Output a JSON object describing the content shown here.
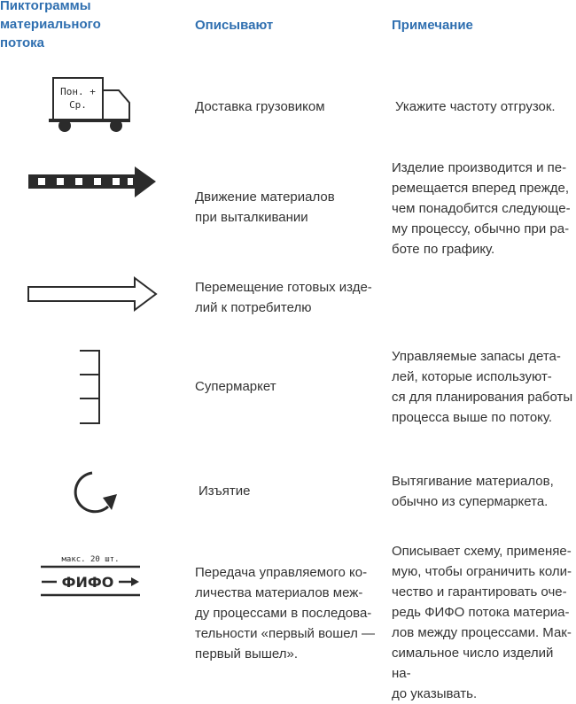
{
  "header": {
    "col1": [
      "Пиктограммы",
      "материального",
      "потока"
    ],
    "col2": "Описывают",
    "col3": "Примечание"
  },
  "colors": {
    "header": "#2f6fb0",
    "text": "#333333",
    "ink": "#2b2b2b"
  },
  "rows": [
    {
      "icon": "truck-icon",
      "icon_text": [
        "Пон. +",
        "Ср."
      ],
      "description": [
        "Доставка грузовиком"
      ],
      "note": [
        "Укажите частоту отгрузок."
      ]
    },
    {
      "icon": "push-arrow-icon",
      "description": [
        "Движение материалов",
        "при выталкивании"
      ],
      "note": [
        "Изделие производится и пе-",
        "ремещается вперед прежде,",
        "чем понадобится следующе-",
        "му процессу, обычно при ра-",
        "боте по графику."
      ]
    },
    {
      "icon": "shipment-arrow-icon",
      "description": [
        "Перемещение готовых изде-",
        "лий к потребителю"
      ],
      "note": []
    },
    {
      "icon": "supermarket-icon",
      "description": [
        "Супермаркет"
      ],
      "note": [
        "Управляемые запасы дета-",
        "лей, которые использу­ют-",
        "ся для планирования работы",
        "процесса выше по потоку."
      ]
    },
    {
      "icon": "withdrawal-icon",
      "description": [
        "Изъятие"
      ],
      "note": [
        "Вытягивание материалов,",
        "обычно из супермаркета."
      ]
    },
    {
      "icon": "fifo-lane-icon",
      "icon_text": [
        "макс. 20 шт.",
        "ФИФО"
      ],
      "description": [
        "Передача управляемого ко-",
        "личества материалов меж-",
        "ду процессами в последова-",
        "тельности «первый вошел —",
        "первый вышел»."
      ],
      "note": [
        "Описывает схему, применяе-",
        "мую, чтобы ограничить коли-",
        "чество и гарантировать оче-",
        "редь ФИФО потока материа-",
        "лов между процессами. Мак-",
        "симальное число изделий на-",
        "до указывать."
      ]
    }
  ]
}
